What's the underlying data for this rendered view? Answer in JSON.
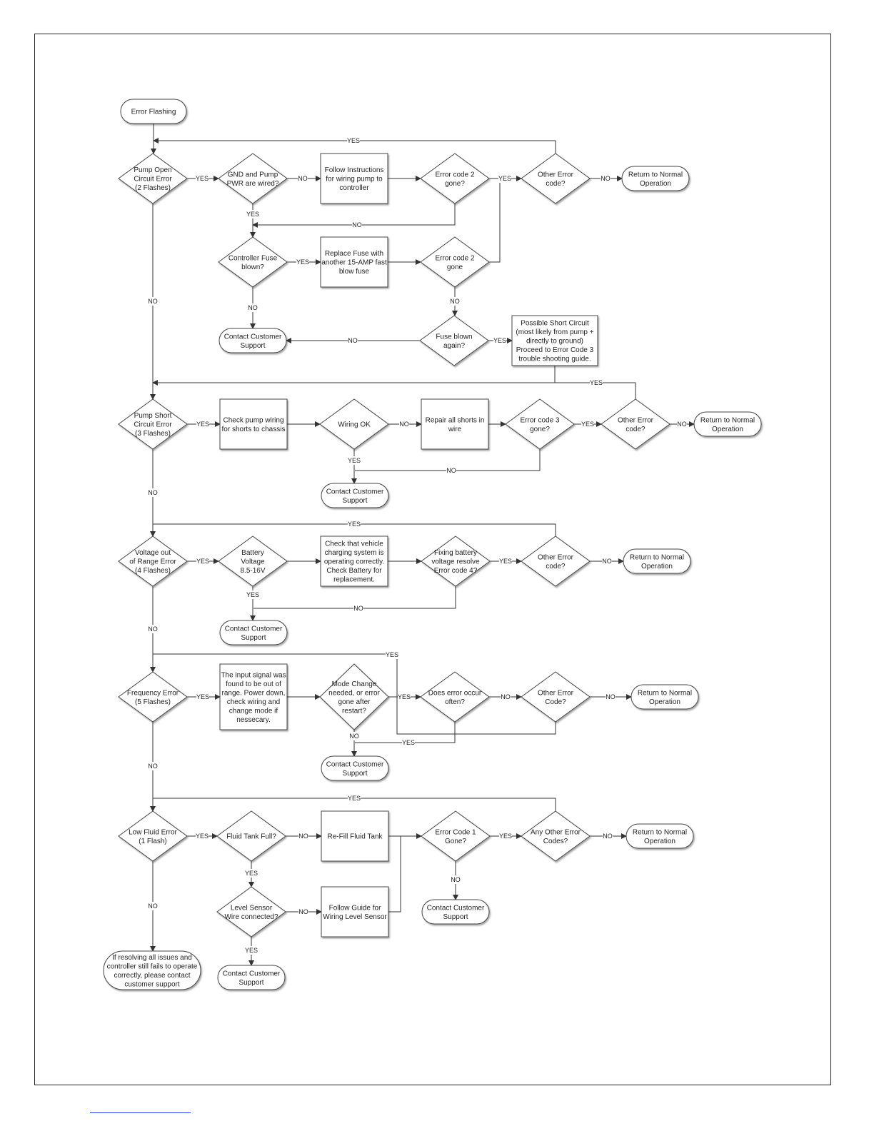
{
  "nodes": [
    {
      "id": "start",
      "text": "Error Flashing"
    },
    {
      "id": "d_pump_open",
      "text": "Pump Open\nCircuit Error\n(2 Flashes)"
    },
    {
      "id": "d_gnd_pwr",
      "text": "GND and Pump\nPWR are wired?"
    },
    {
      "id": "b_follow_wiring",
      "text": "Follow Instructions\nfor wiring pump to\ncontroller"
    },
    {
      "id": "d_err2_gone_a",
      "text": "Error code 2\ngone?"
    },
    {
      "id": "d_other_a",
      "text": "Other Error\ncode?"
    },
    {
      "id": "t_normal_a",
      "text": "Return to Normal\nOperation"
    },
    {
      "id": "d_fuse_blown",
      "text": "Controller Fuse\nblown?"
    },
    {
      "id": "b_replace_fuse",
      "text": "Replace Fuse with\nanother 15-AMP fast\nblow fuse"
    },
    {
      "id": "d_err2_gone_b",
      "text": "Error code 2\ngone"
    },
    {
      "id": "d_fuse_again",
      "text": "Fuse blown\nagain?"
    },
    {
      "id": "b_short",
      "text": "Possible Short Circuit\n(most likely from pump +\ndirectly to ground)\nProceed to Error Code 3\ntrouble shooting guide."
    },
    {
      "id": "t_support_a",
      "text": "Contact Customer\nSupport"
    },
    {
      "id": "d_pump_short",
      "text": "Pump Short\nCircuit Error\n(3 Flashes)"
    },
    {
      "id": "b_check_wiring",
      "text": "Check pump wiring\nfor shorts to chassis"
    },
    {
      "id": "d_wiring_ok",
      "text": "Wiring OK"
    },
    {
      "id": "b_repair",
      "text": "Repair all shorts in\nwire"
    },
    {
      "id": "d_err3_gone",
      "text": "Error code 3\ngone?"
    },
    {
      "id": "d_other_b",
      "text": "Other Error\ncode?"
    },
    {
      "id": "t_normal_b",
      "text": "Return to Normal\nOperation"
    },
    {
      "id": "t_support_b",
      "text": "Contact Customer\nSupport"
    },
    {
      "id": "d_voltage",
      "text": "Voltage out\nof Range Error\n(4 Flashes)"
    },
    {
      "id": "d_battery",
      "text": "Battery\nVoltage\n8.5-16V"
    },
    {
      "id": "b_charging",
      "text": "Check that vehicle\ncharging system is\noperating correctly.\nCheck Battery for\nreplacement."
    },
    {
      "id": "d_fix_battery",
      "text": "Fixing battery\nvoltage resolve\nError code 4?"
    },
    {
      "id": "d_other_c",
      "text": "Other Error\ncode?"
    },
    {
      "id": "t_normal_c",
      "text": "Return to Normal\nOperation"
    },
    {
      "id": "t_support_c",
      "text": "Contact Customer\nSupport"
    },
    {
      "id": "d_frequency",
      "text": "Frequency Error\n(5 Flashes)"
    },
    {
      "id": "b_input_signal",
      "text": "The input signal was\nfound to be out of\nrange. Power down,\ncheck wiring and\nchange mode if\nnessecary."
    },
    {
      "id": "d_mode_change",
      "text": "Mode Change\nneeded, or error\ngone after\nrestart?"
    },
    {
      "id": "d_often",
      "text": "Does error occur\noften?"
    },
    {
      "id": "d_other_d",
      "text": "Other Error\nCode?"
    },
    {
      "id": "t_normal_d",
      "text": "Return to Normal\nOperation"
    },
    {
      "id": "t_support_d",
      "text": "Contact Customer\nSupport"
    },
    {
      "id": "d_low_fluid",
      "text": "Low Fluid Error\n(1 Flash)"
    },
    {
      "id": "d_tank_full",
      "text": "Fluid Tank Full?"
    },
    {
      "id": "b_refill",
      "text": "Re-Fill Fluid Tank"
    },
    {
      "id": "d_err1_gone",
      "text": "Error Code 1\nGone?"
    },
    {
      "id": "d_other_e",
      "text": "Any Other Error\nCodes?"
    },
    {
      "id": "t_normal_e",
      "text": "Return to Normal\nOperation"
    },
    {
      "id": "d_level_sensor",
      "text": "Level Sensor\nWire connected?"
    },
    {
      "id": "b_follow_level",
      "text": "Follow Guide for\nWiring Level Sensor"
    },
    {
      "id": "t_support_e",
      "text": "Contact Customer\nSupport"
    },
    {
      "id": "t_support_f",
      "text": "Contact Customer\nSupport"
    },
    {
      "id": "t_final",
      "text": "If resolving all issues and\ncontroller still fails to operate\ncorrectly, please contact\ncustomer support"
    }
  ],
  "labels": {
    "yes": "YES",
    "no": "NO"
  }
}
